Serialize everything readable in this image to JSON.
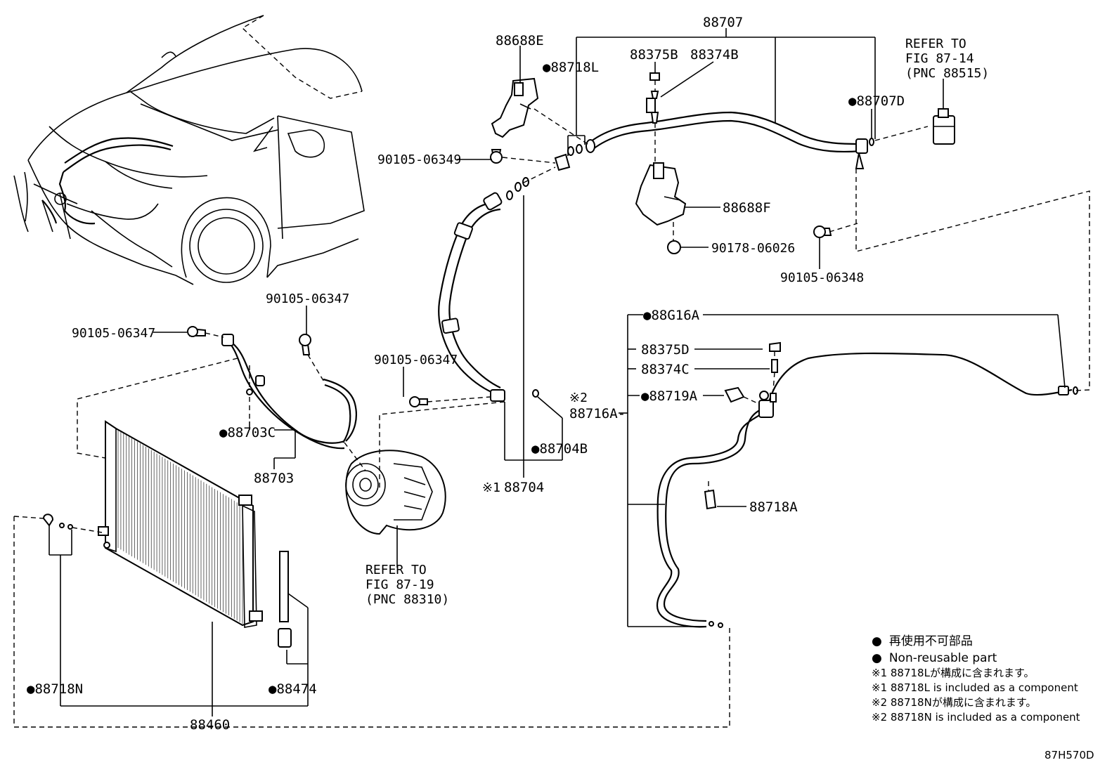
{
  "parts": {
    "p88707": "88707",
    "p88688E": "88688E",
    "p88718L": "88718L",
    "p88375B": "88375B",
    "p88374B": "88374B",
    "p88707D": "88707D",
    "p90105_06349": "90105-06349",
    "p88688F": "88688F",
    "p90178_06026": "90178-06026",
    "p90105_06348": "90105-06348",
    "p88G16A": "88G16A",
    "p88375D": "88375D",
    "p88374C": "88374C",
    "p88719A": "88719A",
    "p88716A": "88716A-",
    "p88718A": "88718A",
    "p90105_06347_a": "90105-06347",
    "p90105_06347_b": "90105-06347",
    "p90105_06347_c": "90105-06347",
    "p88703C": "88703C",
    "p88703": "88703",
    "p88704B": "88704B",
    "p88704": "88704",
    "p88718N": "88718N",
    "p88474": "88474",
    "p88460": "88460"
  },
  "marks": {
    "ref1": "※1",
    "ref2": "※2"
  },
  "refs": {
    "fig8714": [
      "REFER TO",
      "FIG 87-14",
      "(PNC 88515)"
    ],
    "fig8719": [
      "REFER TO",
      "FIG 87-19",
      "(PNC 88310)"
    ]
  },
  "legend": {
    "bullet": "●",
    "jp": "再使用不可部品",
    "en": "Non-reusable part",
    "n1_jp": "※1 88718Lが構成に含まれます。",
    "n1_en": "※1 88718L is included as a component",
    "n2_jp": "※2 88718Nが構成に含まれます。",
    "n2_en": "※2 88718N is included as a component"
  },
  "diagram_code": "87H570D"
}
